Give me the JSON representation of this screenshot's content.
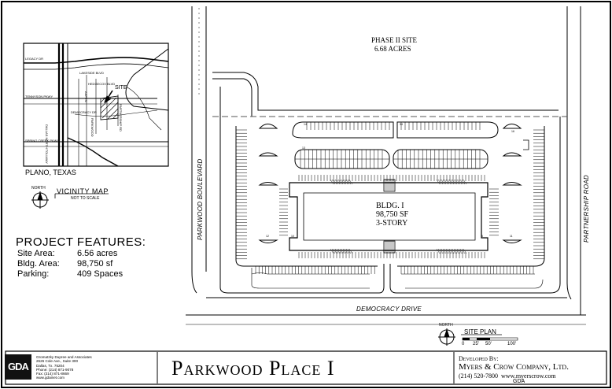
{
  "sheet": {
    "project_title": "Parkwood Place I",
    "developer_prefix": "Developed By:",
    "developer_name": "Myers & Crow Company, Ltd.",
    "developer_phone": "(214) 520-7800",
    "developer_web": "www.myerscrow.com",
    "small_logo_text": "GDA"
  },
  "firm": {
    "logo_text": "GDA",
    "lines": [
      "Gromatzky Dupree and Associates",
      "2626 Cole Ave., Suite 300",
      "Dallas, Tx. 75204",
      "Phone: (214) 871-9078",
      "Fax: (214) 871-8669",
      "www.gdainet.com"
    ]
  },
  "vicinity": {
    "city": "PLANO, TEXAS",
    "title": "VICINITY MAP",
    "scale_note": "NOT TO SCALE",
    "north": "NORTH",
    "site_label": "SITE",
    "streets": [
      "LEGACY DR",
      "LAKESIDE BLVD",
      "HEDGECOX BLVD",
      "TENNYSON PKWY",
      "DALLAS NORTH TOLLWAY",
      "PARKWOOD",
      "DEMOCRACY DR",
      "SPRING CREEK PKWY",
      "PARTNERSHIP RD",
      "ASPEN"
    ]
  },
  "features": {
    "heading": "PROJECT FEATURES:",
    "rows": [
      {
        "label": "Site Area:",
        "value": "6.56 acres"
      },
      {
        "label": "Bldg. Area:",
        "value": "98,750 sf"
      },
      {
        "label": "Parking:",
        "value": "409 Spaces"
      }
    ]
  },
  "site_plan": {
    "phase_title": "PHASE II SITE",
    "phase_acres": "6.68 ACRES",
    "building_name": "BLDG. I",
    "building_area": "98,750 SF",
    "building_story": "3-STORY",
    "street_west": "PARKWOOD BOULEVARD",
    "street_east": "PARTNERSHIP ROAD",
    "street_south": "DEMOCRACY DRIVE",
    "north": "NORTH",
    "plan_title": "SITE PLAN",
    "scale_labels": [
      "0",
      "25'",
      "50'",
      "100'"
    ],
    "stall_counts": [
      "14",
      "34",
      "13",
      "10",
      "12",
      "11",
      "16",
      "5"
    ]
  },
  "colors": {
    "ink": "#000000",
    "dash": "#555555",
    "hatch": "#222222"
  }
}
